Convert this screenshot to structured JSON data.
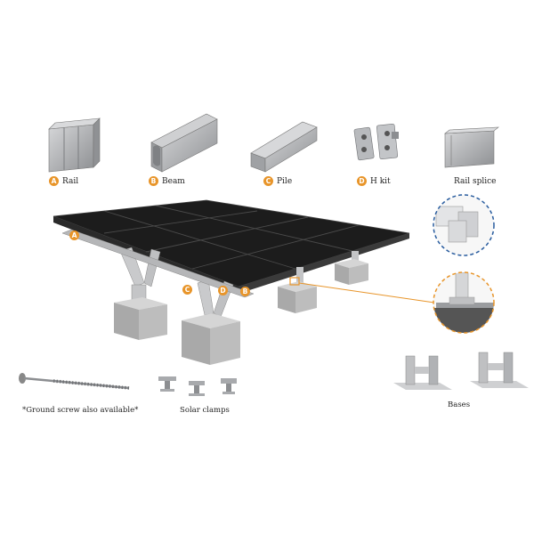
{
  "parts": [
    {
      "letter": "A",
      "name": "Rail"
    },
    {
      "letter": "B",
      "name": "Beam"
    },
    {
      "letter": "C",
      "name": "Pile"
    },
    {
      "letter": "D",
      "name": "H kit"
    },
    {
      "letter": "",
      "name": "Rail splice"
    }
  ],
  "callouts": {
    "a": "A",
    "b": "B",
    "c": "C",
    "d": "D"
  },
  "ground_screw_note": "*Ground screw also available*",
  "solar_clamps_label": "Solar clamps",
  "bases_label": "Bases",
  "colors": {
    "accent": "#e8952a",
    "splice_circle": "#2a5d9f",
    "panel": "#1c1c1c",
    "metal": "#a7a9ac"
  }
}
